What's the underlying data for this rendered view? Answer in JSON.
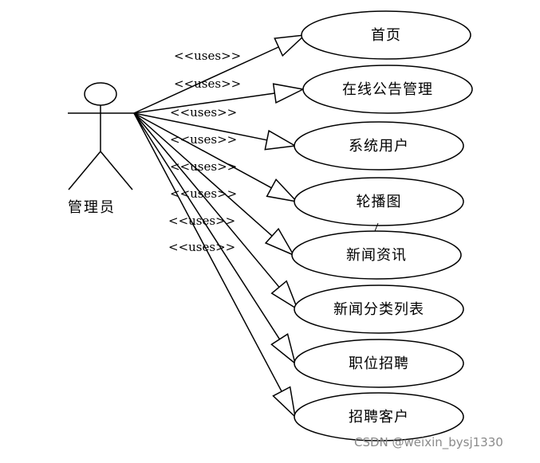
{
  "actor": {
    "label": "管理员"
  },
  "relation_label": "<<uses>>",
  "use_cases": [
    {
      "label": "首页"
    },
    {
      "label": "在线公告管理"
    },
    {
      "label": "系统用户"
    },
    {
      "label": "轮播图"
    },
    {
      "label": "新闻资讯"
    },
    {
      "label": "新闻分类列表"
    },
    {
      "label": "职位招聘"
    },
    {
      "label": "招聘客户"
    }
  ],
  "watermark": "CSDN @weixin_bysj1330"
}
